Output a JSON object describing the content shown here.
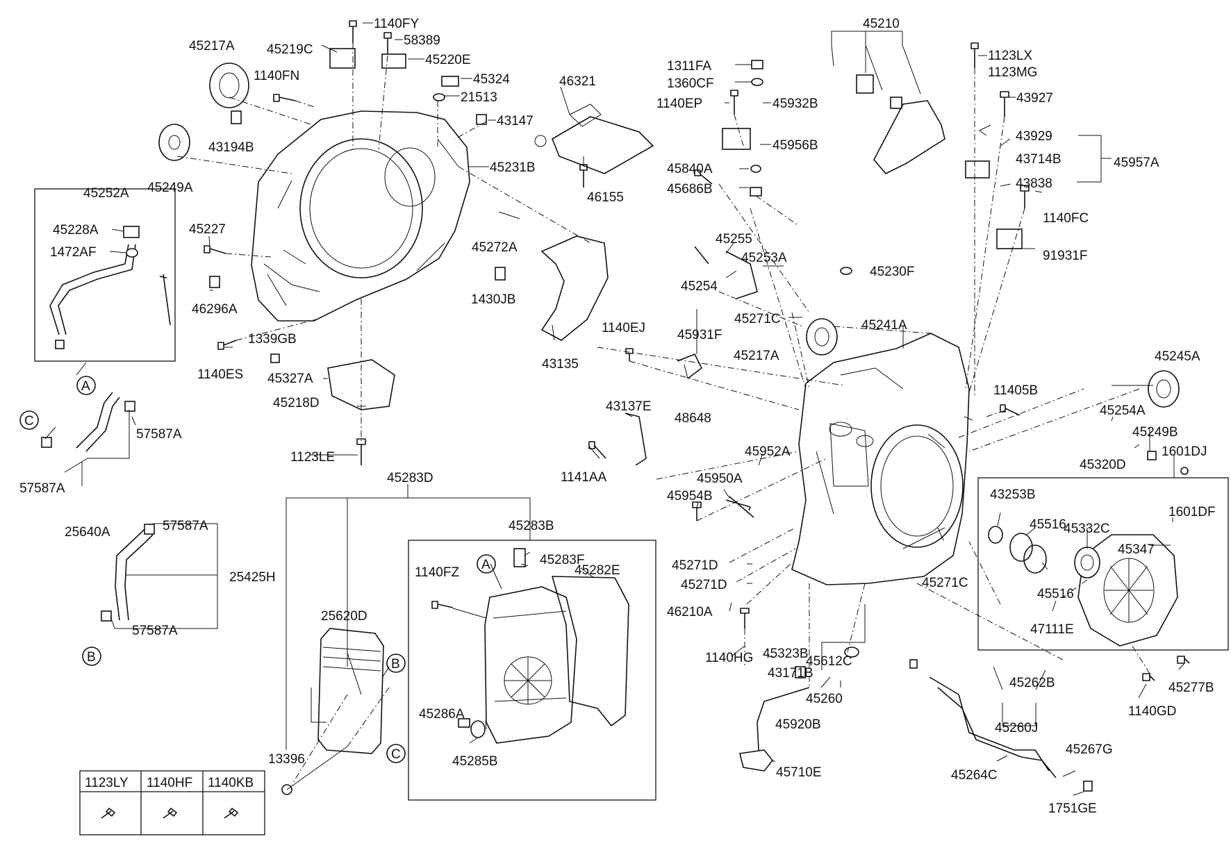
{
  "callouts": [
    "1140FY",
    "58389",
    "45220E",
    "45219C",
    "45217A",
    "1140FN",
    "45324",
    "21513",
    "43194B",
    "43147",
    "45249A",
    "45231B",
    "45252A",
    "45228A",
    "1472AF",
    "45227",
    "45272A",
    "46296A",
    "1430JB",
    "1140ES",
    "1339GB",
    "45327A",
    "45218D",
    "1123LE",
    "57587A",
    "25640A",
    "25425H",
    "45283D",
    "45283B",
    "45283F",
    "45282E",
    "1140FZ",
    "45286A",
    "45285B",
    "25620D",
    "13396",
    "46321",
    "46155",
    "43135",
    "1311FA",
    "1360CF",
    "1140EP",
    "45932B",
    "45956B",
    "45840A",
    "45686B",
    "45210",
    "1123LX",
    "1123MG",
    "43927",
    "43929",
    "43714B",
    "45957A",
    "43838",
    "1140FC",
    "91931F",
    "45255",
    "45253A",
    "45254",
    "45230F",
    "45271C",
    "1140EJ",
    "45931F",
    "45217A",
    "45241A",
    "48648",
    "43137E",
    "1141AA",
    "45952A",
    "45950A",
    "45954B",
    "45271D",
    "46210A",
    "1140HG",
    "45323B",
    "43171B",
    "45920B",
    "45710E",
    "45612C",
    "45260",
    "11405B",
    "45245A",
    "45254A",
    "45249B",
    "1601DJ",
    "45320D",
    "43253B",
    "45516",
    "45332C",
    "1601DF",
    "45347",
    "47111E",
    "45262B",
    "45260J",
    "45277B",
    "1140GD",
    "45264C",
    "45267G",
    "1751GE"
  ],
  "circle_refs": [
    "A",
    "B",
    "C"
  ],
  "bolt_table": {
    "headers": [
      "1123LY",
      "1140HF",
      "1140KB"
    ]
  },
  "labels": {
    "l_1140FY": "1140FY",
    "l_58389": "58389",
    "l_45220E": "45220E",
    "l_45219C": "45219C",
    "l_45217A_top": "45217A",
    "l_1140FN": "1140FN",
    "l_45324": "45324",
    "l_21513": "21513",
    "l_43194B": "43194B",
    "l_43147": "43147",
    "l_45249A": "45249A",
    "l_45231B": "45231B",
    "l_45252A": "45252A",
    "l_45228A": "45228A",
    "l_1472AF": "1472AF",
    "l_45227": "45227",
    "l_45272A": "45272A",
    "l_46296A": "46296A",
    "l_1430JB": "1430JB",
    "l_1140ES": "1140ES",
    "l_1339GB": "1339GB",
    "l_45327A": "45327A",
    "l_45218D": "45218D",
    "l_1123LE": "1123LE",
    "l_57587A_1": "57587A",
    "l_57587A_2": "57587A",
    "l_57587A_3": "57587A",
    "l_57587A_4": "57587A",
    "l_25640A": "25640A",
    "l_25425H": "25425H",
    "l_45283D": "45283D",
    "l_45283B": "45283B",
    "l_45283F": "45283F",
    "l_45282E": "45282E",
    "l_1140FZ": "1140FZ",
    "l_45286A": "45286A",
    "l_45285B": "45285B",
    "l_25620D": "25620D",
    "l_13396": "13396",
    "l_46321": "46321",
    "l_46155": "46155",
    "l_43135": "43135",
    "l_1311FA": "1311FA",
    "l_1360CF": "1360CF",
    "l_1140EP": "1140EP",
    "l_45932B": "45932B",
    "l_45956B": "45956B",
    "l_45840A": "45840A",
    "l_45686B": "45686B",
    "l_45210": "45210",
    "l_1123LX": "1123LX",
    "l_1123MG": "1123MG",
    "l_43927": "43927",
    "l_43929": "43929",
    "l_43714B": "43714B",
    "l_45957A": "45957A",
    "l_43838": "43838",
    "l_1140FC": "1140FC",
    "l_91931F": "91931F",
    "l_45255": "45255",
    "l_45253A": "45253A",
    "l_45254": "45254",
    "l_45230F": "45230F",
    "l_45271C_1": "45271C",
    "l_1140EJ": "1140EJ",
    "l_45931F": "45931F",
    "l_45217A_mid": "45217A",
    "l_45241A": "45241A",
    "l_48648": "48648",
    "l_43137E": "43137E",
    "l_1141AA": "1141AA",
    "l_45952A": "45952A",
    "l_45950A": "45950A",
    "l_45954B": "45954B",
    "l_45271D_1": "45271D",
    "l_45271D_2": "45271D",
    "l_46210A": "46210A",
    "l_1140HG": "1140HG",
    "l_45323B": "45323B",
    "l_43171B": "43171B",
    "l_45920B": "45920B",
    "l_45710E": "45710E",
    "l_45612C": "45612C",
    "l_45260": "45260",
    "l_45271C_2": "45271C",
    "l_11405B": "11405B",
    "l_45245A": "45245A",
    "l_45254A": "45254A",
    "l_45249B": "45249B",
    "l_1601DJ": "1601DJ",
    "l_45320D": "45320D",
    "l_43253B": "43253B",
    "l_45516_1": "45516",
    "l_45516_2": "45516",
    "l_45332C": "45332C",
    "l_1601DF": "1601DF",
    "l_45347": "45347",
    "l_47111E": "47111E",
    "l_45262B": "45262B",
    "l_45260J": "45260J",
    "l_45277B": "45277B",
    "l_1140GD": "1140GD",
    "l_45264C": "45264C",
    "l_45267G": "45267G",
    "l_1751GE": "1751GE",
    "c_A1": "A",
    "c_A2": "A",
    "c_B1": "B",
    "c_B2": "B",
    "c_C1": "C",
    "c_C2": "C",
    "t_1123LY": "1123LY",
    "t_1140HF": "1140HF",
    "t_1140KB": "1140KB"
  },
  "colors": {
    "ink": "#111111",
    "background": "#ffffff"
  }
}
